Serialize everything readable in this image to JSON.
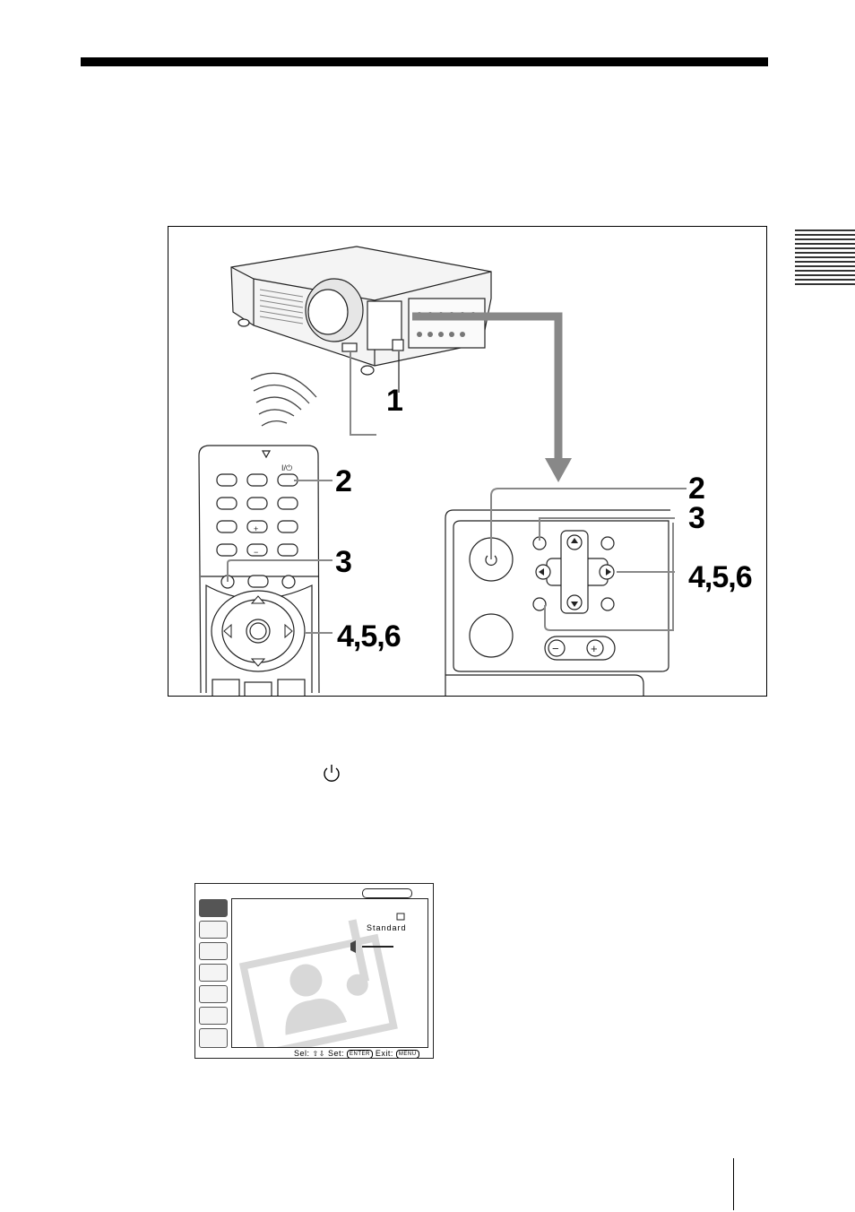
{
  "figure": {
    "callouts": {
      "step_1": "1",
      "step_2_remote": "2",
      "step_3_remote": "3",
      "step_456_remote": "4,5,6",
      "step_2_panel": "2",
      "step_3_panel": "3",
      "step_456_panel": "4,5,6"
    },
    "remote": {
      "power_label": "I/⏻",
      "plus_label": "+",
      "minus_label": "−"
    },
    "panel": {
      "minus_label": "−",
      "plus_label": "+"
    }
  },
  "body_text": {
    "power_symbol": "⏻"
  },
  "osd_menu": {
    "picture_mode_value": "Standard",
    "footer": {
      "sel_label": "Sel:",
      "set_label": "Set:",
      "enter_key": "ENTER",
      "exit_label": "Exit:",
      "menu_key": "MENU"
    }
  }
}
